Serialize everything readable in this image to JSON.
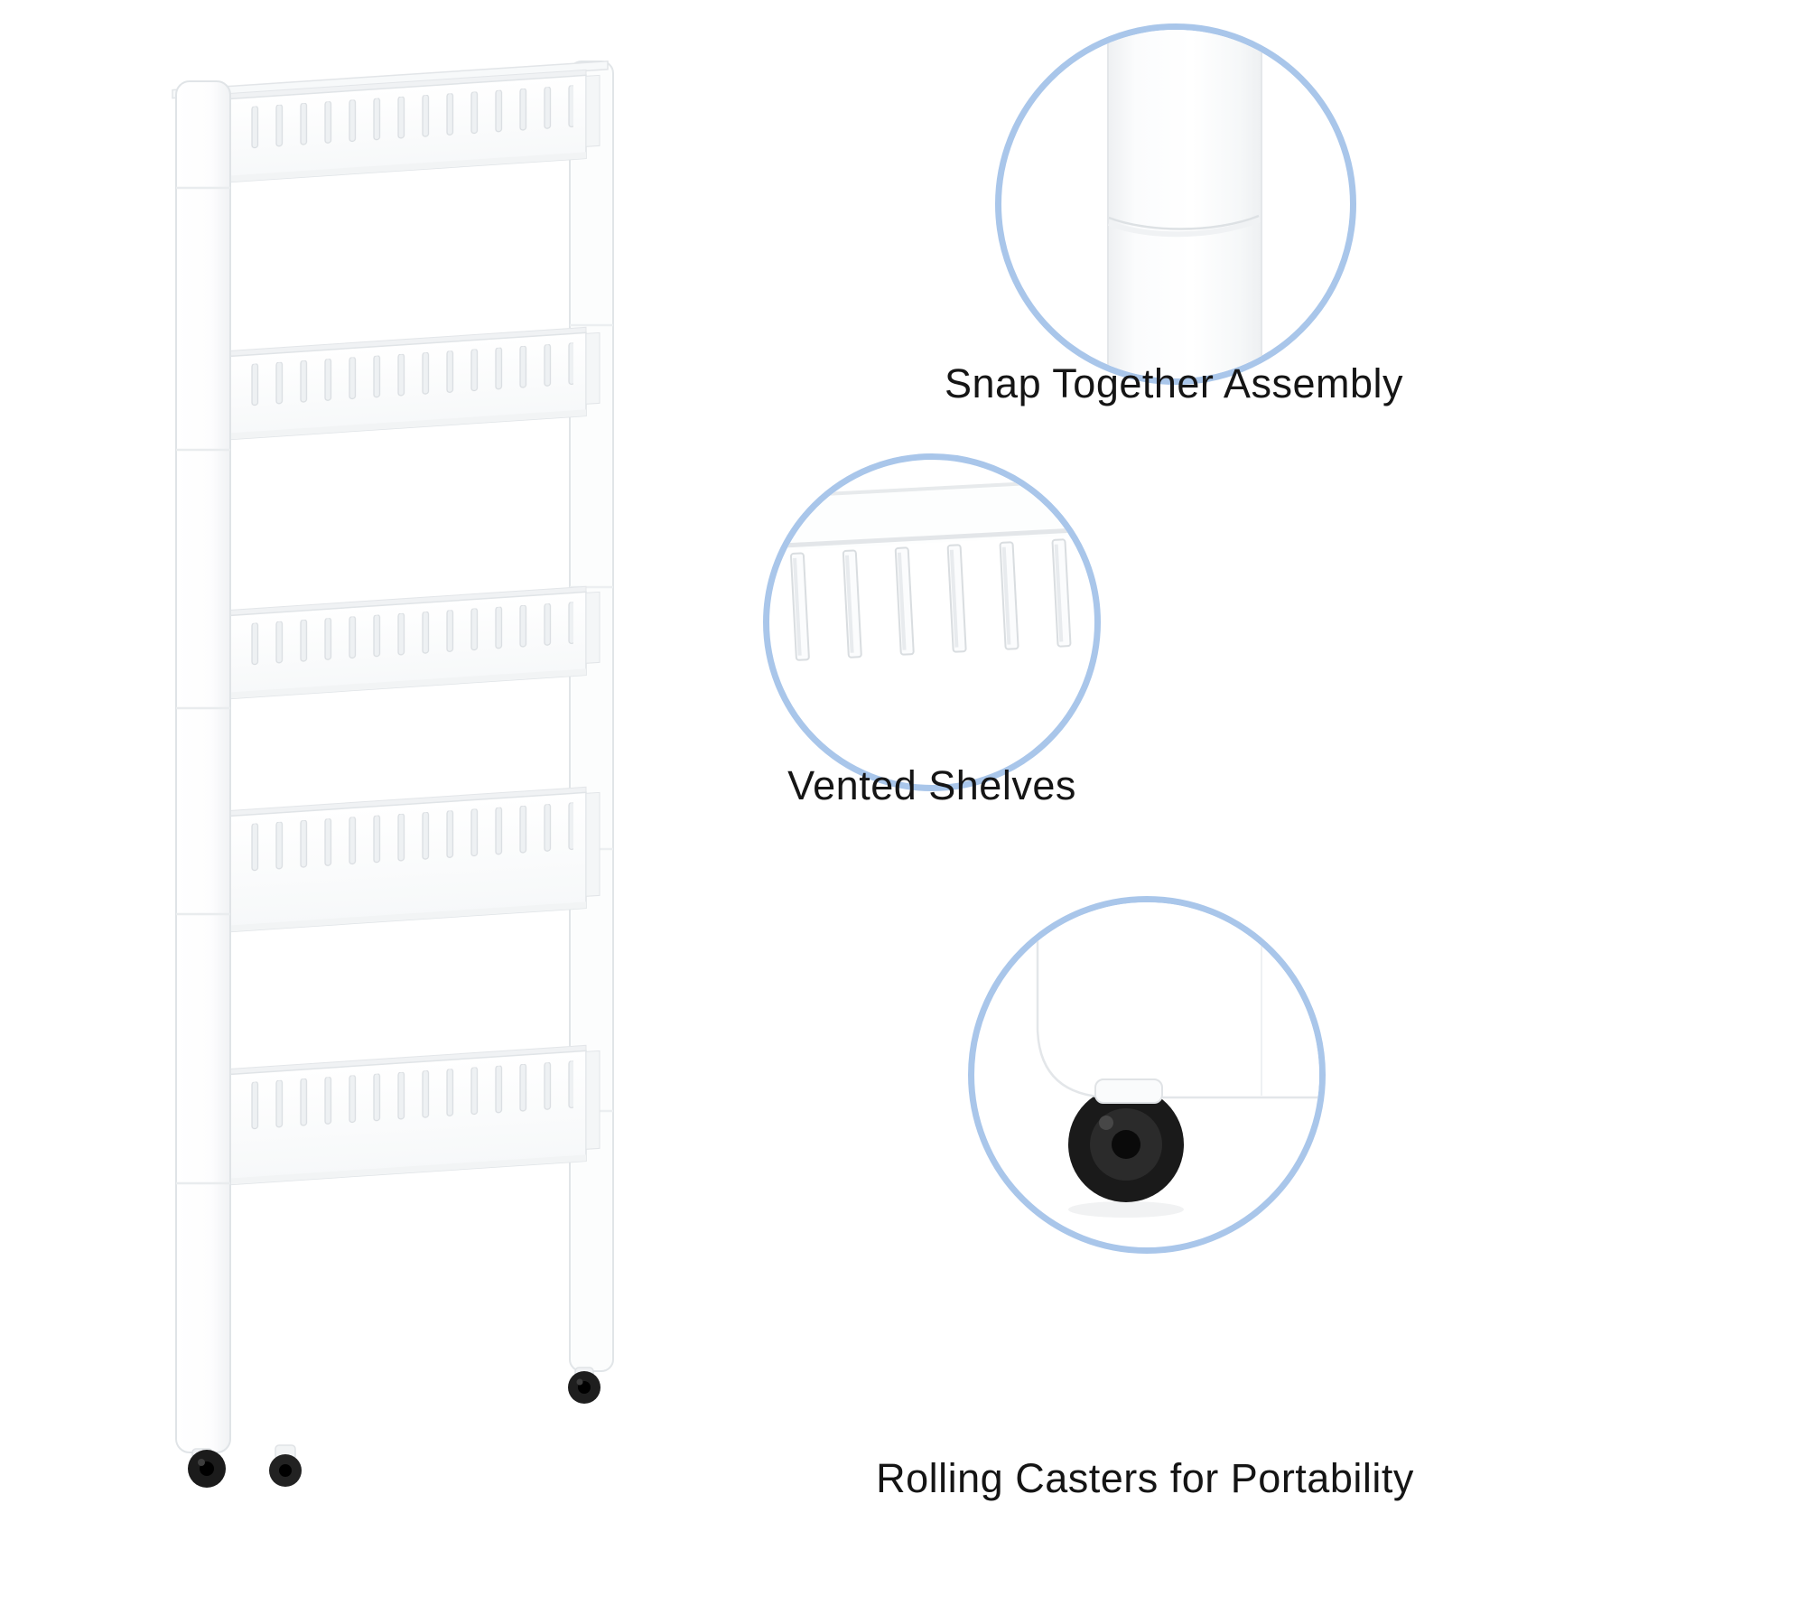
{
  "illustration": {
    "name": "five-tier-slim-rolling-storage-tower",
    "shelf_count": 5,
    "finish": "white"
  },
  "callouts": [
    {
      "id": "snap-together-assembly",
      "label": "Snap Together Assembly"
    },
    {
      "id": "vented-shelves",
      "label": "Vented Shelves"
    },
    {
      "id": "rolling-casters",
      "label": "Rolling Casters for Portability"
    }
  ],
  "colors": {
    "background": "#ffffff",
    "callout_ring": "#a9c6ea",
    "caption_text": "#151515",
    "product_white": "#ffffff",
    "product_outline": "#e2e5e8",
    "caster_wheel_black": "#1b1b1b"
  }
}
